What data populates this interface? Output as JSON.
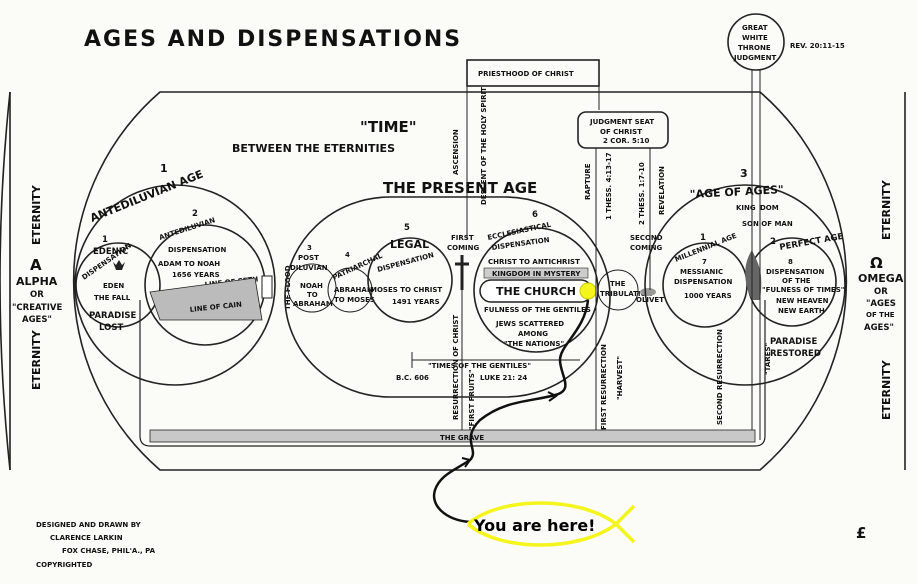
{
  "title": "AGES AND DISPENSATIONS",
  "time_title": "\"TIME\"",
  "time_sub": "BETWEEN THE ETERNITIES",
  "present_age": "THE PRESENT AGE",
  "left_side": {
    "eternity": "ETERNITY",
    "alpha_letter": "A",
    "alpha": "ALPHA",
    "or": "OR",
    "creative1": "\"CREATIVE",
    "creative2": "AGES\""
  },
  "right_side": {
    "eternity": "ETERNITY",
    "omega_letter": "Ω",
    "omega": "OMEGA",
    "or": "OR",
    "ages1": "\"AGES",
    "ages2": "OF THE",
    "ages3": "AGES\""
  },
  "antediluvian": {
    "num": "1",
    "title": "ANTEDILUVIAN AGE",
    "edenic_num": "1",
    "edenic": "EDENIC",
    "edenic_disp": "DISPENSATION",
    "eden": "EDEN",
    "fall": "THE FALL",
    "disp_num": "2",
    "disp_title1": "ANTEDILUVIAN",
    "disp_title2": "DISPENSATION",
    "adam": "ADAM TO NOAH",
    "years": "1656 YEARS",
    "seth": "LINE OF SETH",
    "cain": "LINE OF CAIN",
    "paradise": "PARADISE",
    "lost": "LOST"
  },
  "flood": "THE FLOOD",
  "present": {
    "postdil_num": "3",
    "postdil1": "POST",
    "postdil2": "DILUVIAN",
    "noah1": "NOAH",
    "noah2": "TO",
    "noah3": "ABRAHAM",
    "patri_num": "4",
    "patri": "PATRIARCHAL",
    "abr1": "ABRAHAM",
    "abr2": "TO MOSES",
    "legal_num": "5",
    "legal1": "LEGAL",
    "legal2": "DISPENSATION",
    "moses": "MOSES TO CHRIST",
    "legal_years": "1491 YEARS",
    "first_coming1": "FIRST",
    "first_coming2": "COMING",
    "eccl_num": "6",
    "eccl1": "ECCLESIASTICAL",
    "eccl2": "DISPENSATION",
    "christ": "CHRIST TO ANTICHRIST",
    "kingdom": "KINGDOM IN MYSTERY",
    "church": "THE CHURCH",
    "fulness": "FULNESS OF THE GENTILES",
    "jews1": "JEWS SCATTERED",
    "jews2": "AMONG",
    "jews3": "\"THE NATIONS\"",
    "tribulation1": "THE",
    "tribulation2": "TRIBULATION",
    "olivet": "OLIVET",
    "second_coming1": "SECOND",
    "second_coming2": "COMING",
    "times": "\"TIMES OF THE GENTILES\"",
    "bc": "B.C. 606",
    "luke": "LUKE 21: 24",
    "resurrection_christ": "RESURRECTION OF CHRIST",
    "first_fruits": "\"FIRST FRUITS\"",
    "first_resurrection": "FIRST RESURRECTION",
    "harvest": "\"HARVEST\""
  },
  "priesthood": "PRIESTHOOD OF CHRIST",
  "ascension": "ASCENSION",
  "descent": "DESCENT OF THE HOLY SPIRIT",
  "judgment1": "JUDGMENT SEAT",
  "judgment2": "OF CHRIST",
  "judgment_ref": "2 COR. 5:10",
  "rapture": "RAPTURE",
  "thess1": "1 THESS. 4:13-17",
  "thess2": "2 THESS. 1:7-10",
  "revelation": "REVELATION",
  "age_of_ages": {
    "num": "3",
    "title": "\"AGE OF AGES\"",
    "king1": "KING",
    "king2": "DOM",
    "son": "SON OF MAN",
    "mill_num": "1",
    "mill": "MILLENNIAL AGE",
    "messianic_num": "7",
    "messianic1": "MESSIANIC",
    "messianic2": "DISPENSATION",
    "thousand": "1000 YEARS",
    "perfect_num": "2",
    "perfect": "PERFECT AGE",
    "fulness_num": "8",
    "fulness1": "DISPENSATION",
    "fulness2": "OF THE",
    "fulness3": "\"FULNESS OF TIMES\"",
    "new_heaven": "NEW HEAVEN",
    "new_earth": "NEW EARTH",
    "paradise": "PARADISE",
    "restored": "RESTORED",
    "second_resurrection": "SECOND RESURRECTION",
    "tares": "\"TARES\""
  },
  "throne1": "GREAT",
  "throne2": "WHITE",
  "throne3": "THRONE",
  "throne4": "JUDGMENT",
  "rev_ref": "REV. 20:11-15",
  "grave": "THE GRAVE",
  "credit": {
    "line1": "DESIGNED AND DRAWN BY",
    "line2": "CLARENCE LARKIN",
    "line3": "FOX CHASE, PHIL'A., PA",
    "line4": "COPYRIGHTED"
  },
  "you_are_here": "You are here!",
  "colors": {
    "ink": "#111111",
    "highlight": "#f5f51e",
    "paper": "#fbfbf8"
  }
}
